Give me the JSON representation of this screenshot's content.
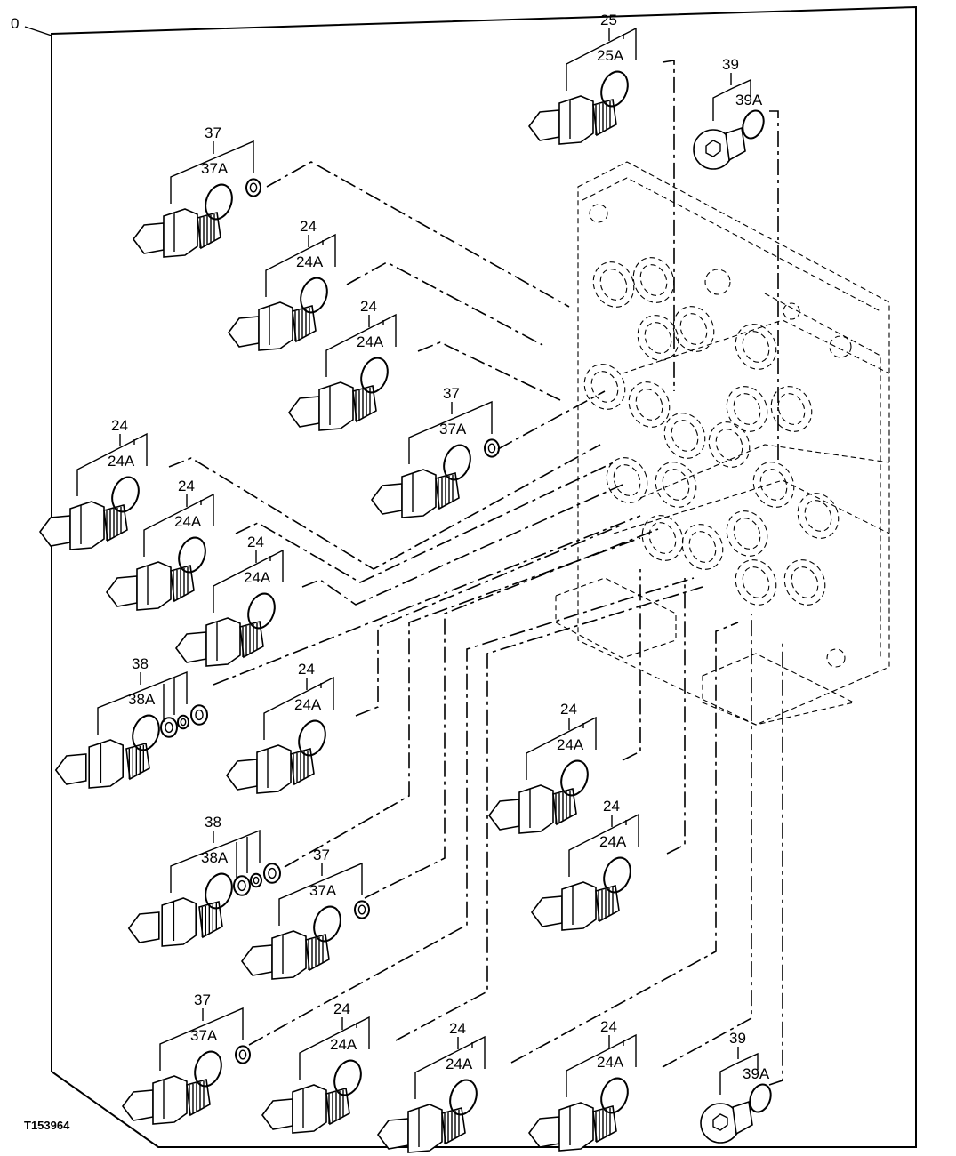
{
  "drawing_id": "T153964",
  "frame_label": "0",
  "callouts": [
    {
      "id": "25",
      "sub": "25A",
      "kind": "fitting"
    },
    {
      "id": "39",
      "sub": "39A",
      "kind": "plug"
    },
    {
      "id": "37",
      "sub": "37A",
      "kind": "fitting-washer"
    },
    {
      "id": "24",
      "sub": "24A",
      "kind": "fitting"
    },
    {
      "id": "24",
      "sub": "24A",
      "kind": "fitting"
    },
    {
      "id": "37",
      "sub": "37A",
      "kind": "fitting-washer"
    },
    {
      "id": "24",
      "sub": "24A",
      "kind": "fitting"
    },
    {
      "id": "24",
      "sub": "24A",
      "kind": "fitting"
    },
    {
      "id": "24",
      "sub": "24A",
      "kind": "fitting"
    },
    {
      "id": "38",
      "sub": "38A",
      "kind": "fitting-3washer"
    },
    {
      "id": "24",
      "sub": "24A",
      "kind": "fitting"
    },
    {
      "id": "24",
      "sub": "24A",
      "kind": "fitting"
    },
    {
      "id": "24",
      "sub": "24A",
      "kind": "fitting"
    },
    {
      "id": "38",
      "sub": "38A",
      "kind": "fitting-3washer"
    },
    {
      "id": "37",
      "sub": "37A",
      "kind": "fitting-washer"
    },
    {
      "id": "37",
      "sub": "37A",
      "kind": "fitting-washer"
    },
    {
      "id": "24",
      "sub": "24A",
      "kind": "fitting"
    },
    {
      "id": "24",
      "sub": "24A",
      "kind": "fitting"
    },
    {
      "id": "24",
      "sub": "24A",
      "kind": "fitting"
    },
    {
      "id": "39",
      "sub": "39A",
      "kind": "plug"
    }
  ]
}
